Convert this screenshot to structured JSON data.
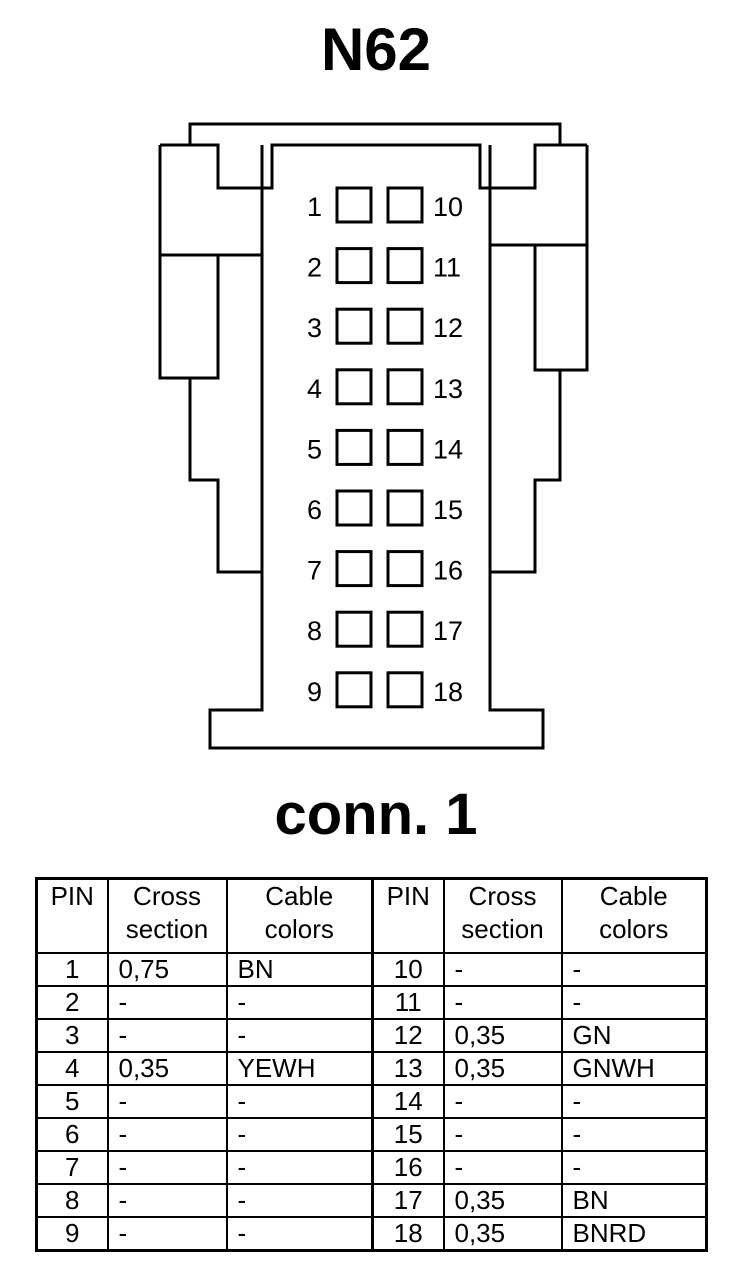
{
  "title": "N62",
  "subtitle": "conn. 1",
  "pins_left": [
    "1",
    "2",
    "3",
    "4",
    "5",
    "6",
    "7",
    "8",
    "9"
  ],
  "pins_right": [
    "10",
    "11",
    "12",
    "13",
    "14",
    "15",
    "16",
    "17",
    "18"
  ],
  "table": {
    "headers": [
      "PIN",
      "Cross section",
      "Cable colors",
      "PIN",
      "Cross section",
      "Cable colors"
    ],
    "rows": [
      [
        "1",
        "0,75",
        "BN",
        "10",
        "-",
        "-"
      ],
      [
        "2",
        "-",
        "-",
        "11",
        "-",
        "-"
      ],
      [
        "3",
        "-",
        "-",
        "12",
        "0,35",
        "GN"
      ],
      [
        "4",
        "0,35",
        "YEWH",
        "13",
        "0,35",
        "GNWH"
      ],
      [
        "5",
        "-",
        "-",
        "14",
        "-",
        "-"
      ],
      [
        "6",
        "-",
        "-",
        "15",
        "-",
        "-"
      ],
      [
        "7",
        "-",
        "-",
        "16",
        "-",
        "-"
      ],
      [
        "8",
        "-",
        "-",
        "17",
        "0,35",
        "BN"
      ],
      [
        "9",
        "-",
        "-",
        "18",
        "0,35",
        "BNRD"
      ]
    ]
  }
}
